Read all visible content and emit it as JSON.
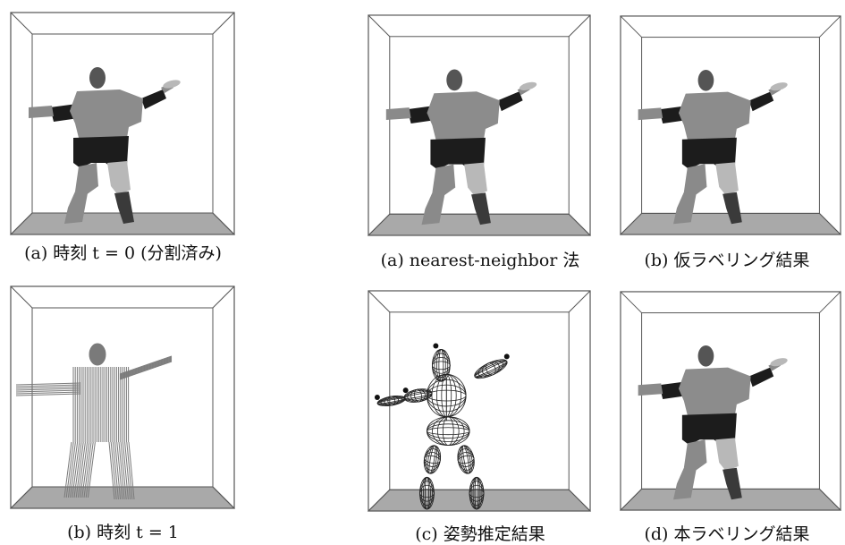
{
  "panels": {
    "left_top": {
      "caption": "(a) 時刻 t = 0 (分割済み)",
      "style": "segmented"
    },
    "left_bottom": {
      "caption": "(b) 時刻 t = 1",
      "style": "pointcloud"
    },
    "right_a": {
      "caption": "(a) nearest-neighbor 法",
      "style": "segmented"
    },
    "right_b": {
      "caption": "(b) 仮ラベリング結果",
      "style": "segmented"
    },
    "right_c": {
      "caption": "(c) 姿勢推定結果",
      "style": "skeleton"
    },
    "right_d": {
      "caption": "(d) 本ラベリング結果",
      "style": "segmented"
    }
  },
  "colors": {
    "floor": "#a9a9a9",
    "box_line": "#555555",
    "head": "#555555",
    "torso": "#8c8c8c",
    "dark": "#1c1c1c",
    "limb_mid": "#8a8a8a",
    "limb_light": "#b8b8b8",
    "leg_dark": "#3a3a3a",
    "cloud": "#7a7a7a"
  }
}
